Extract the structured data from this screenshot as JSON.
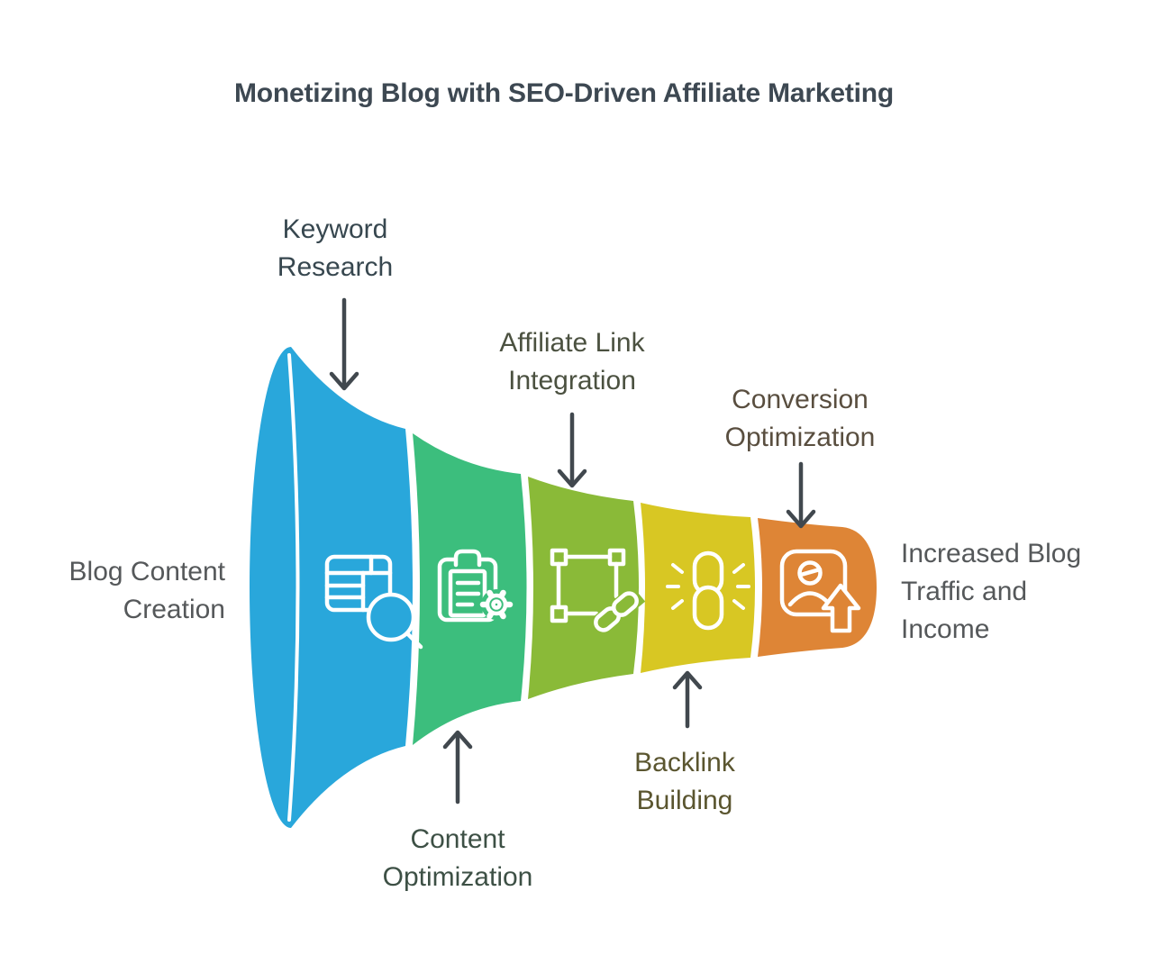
{
  "title": {
    "text": "Monetizing Blog with SEO-Driven Affiliate Marketing",
    "color": "#3D4852"
  },
  "arrows": {
    "color": "#41484E"
  },
  "funnel": {
    "icon_color": "#FFFFFF",
    "input_label": {
      "text": "Blog Content\nCreation",
      "color": "#55585A"
    },
    "output_label": {
      "text": "Increased Blog\nTraffic and\nIncome",
      "color": "#55585A"
    },
    "stages": [
      {
        "label": "Keyword\nResearch",
        "color": "#29A7DB",
        "label_color": "#37474F",
        "icon": "table-search-icon",
        "label_position": "top"
      },
      {
        "label": "Content\nOptimization",
        "color": "#3CBE7D",
        "label_color": "#3D5045",
        "icon": "clipboard-gear-icon",
        "label_position": "bottom"
      },
      {
        "label": "Affiliate Link\nIntegration",
        "color": "#8ABA38",
        "label_color": "#4B5140",
        "icon": "selection-link-icon",
        "label_position": "top"
      },
      {
        "label": "Backlink\nBuilding",
        "color": "#D8C723",
        "label_color": "#5A552F",
        "icon": "chain-link-icon",
        "label_position": "bottom"
      },
      {
        "label": "Conversion\nOptimization",
        "color": "#DE8536",
        "label_color": "#594E3F",
        "icon": "user-growth-icon",
        "label_position": "top"
      }
    ]
  }
}
